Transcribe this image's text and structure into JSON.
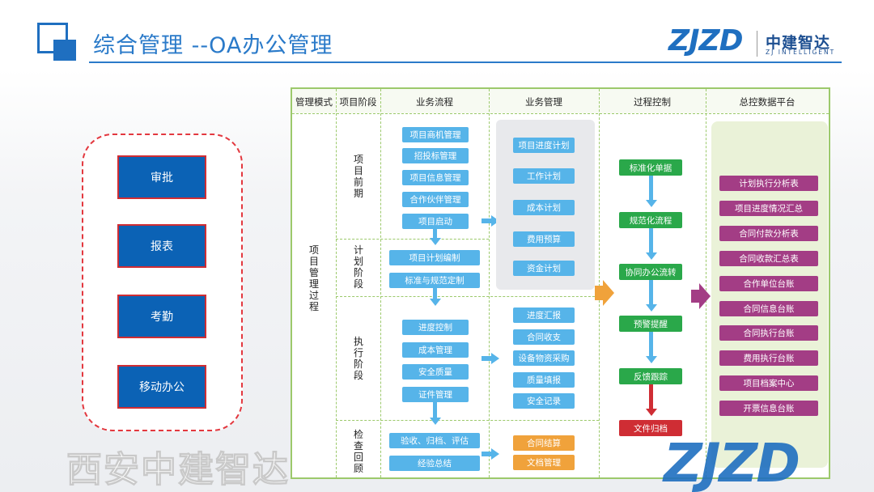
{
  "header": {
    "title": "综合管理 --OA办公管理",
    "brand_logo": "ZJZD",
    "brand_cn": "中建智达",
    "brand_en": "ZJ INTELLIGENT",
    "accent": "#2a7ac9"
  },
  "left_panel": {
    "buttons": [
      "审批",
      "报表",
      "考勤",
      "移动办公"
    ]
  },
  "diagram": {
    "columns": [
      "管理模式",
      "项目阶段",
      "业务流程",
      "业务管理",
      "过程控制",
      "总控数据平台"
    ],
    "mode_label": "项目管理过程",
    "stages": [
      "项目前期",
      "计划阶段",
      "执行阶段",
      "检查回顾"
    ],
    "flow": {
      "pre": [
        "项目商机管理",
        "招投标管理",
        "项目信息管理",
        "合作伙伴管理",
        "项目启动"
      ],
      "plan": [
        "项目计划编制",
        "标准与规范定制"
      ],
      "exec": [
        "进度控制",
        "成本管理",
        "安全质量",
        "证件管理"
      ],
      "check": [
        "验收、归档、评估",
        "经验总结"
      ]
    },
    "business": {
      "grey": [
        "项目进度计划",
        "工作计划",
        "成本计划",
        "费用预算",
        "资金计划"
      ],
      "exec": [
        "进度汇报",
        "合同收支",
        "设备物资采购",
        "质量填报",
        "安全记录"
      ],
      "check": [
        "合同结算",
        "文档管理"
      ]
    },
    "process": [
      "标准化单据",
      "规范化流程",
      "协同办公流转",
      "预警提醒",
      "反馈跟踪"
    ],
    "process_end": "文件归档",
    "platform": [
      "计划执行分析表",
      "项目进度情况汇总",
      "合同付款分析表",
      "合同收款汇总表",
      "合作单位台账",
      "合同信息台账",
      "合同执行台账",
      "费用执行台账",
      "项目档案中心",
      "开票信息台账"
    ]
  },
  "watermark": {
    "text": "西安中建智达",
    "logo": "ZJZD"
  }
}
